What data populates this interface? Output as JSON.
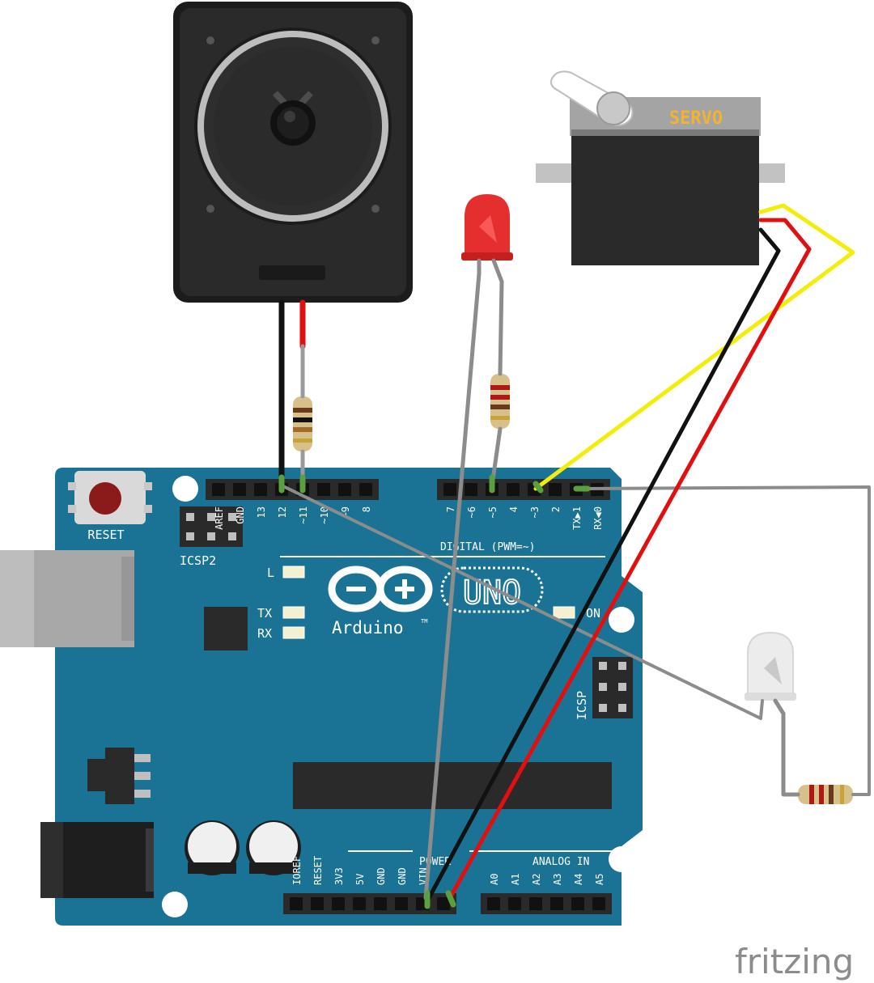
{
  "board": {
    "reset_label": "RESET",
    "icsp2_label": "ICSP2",
    "icsp_label": "ICSP",
    "l_label": "L",
    "tx_label": "TX",
    "rx_label": "RX",
    "on_label": "ON",
    "brand": "Arduino",
    "tm": "TM",
    "model": "UNO",
    "digital_label": "DIGITAL (PWM=~)",
    "power_label": "POWER",
    "analog_label": "ANALOG IN",
    "top_pins": [
      "AREF",
      "GND",
      "13",
      "12",
      "~11",
      "~10",
      "~9",
      "8"
    ],
    "top_pins2": [
      "7",
      "~6",
      "~5",
      "4",
      "~3",
      "2",
      "TX▶1",
      "RX◀0"
    ],
    "bottom_pins": [
      "IOREF",
      "RESET",
      "3V3",
      "5V",
      "GND",
      "GND",
      "VIN"
    ],
    "analog_pins": [
      "A0",
      "A1",
      "A2",
      "A3",
      "A4",
      "A5"
    ]
  },
  "servo": {
    "label": "SERVO"
  },
  "watermark": "fritzing",
  "colors": {
    "board": "#1a7394",
    "wire_black": "#111111",
    "wire_red": "#e01010",
    "wire_yellow": "#f2ee0c",
    "wire_gray": "#8c8c8c",
    "led_red": "#e52e2e",
    "led_white": "#e6e6e6"
  }
}
